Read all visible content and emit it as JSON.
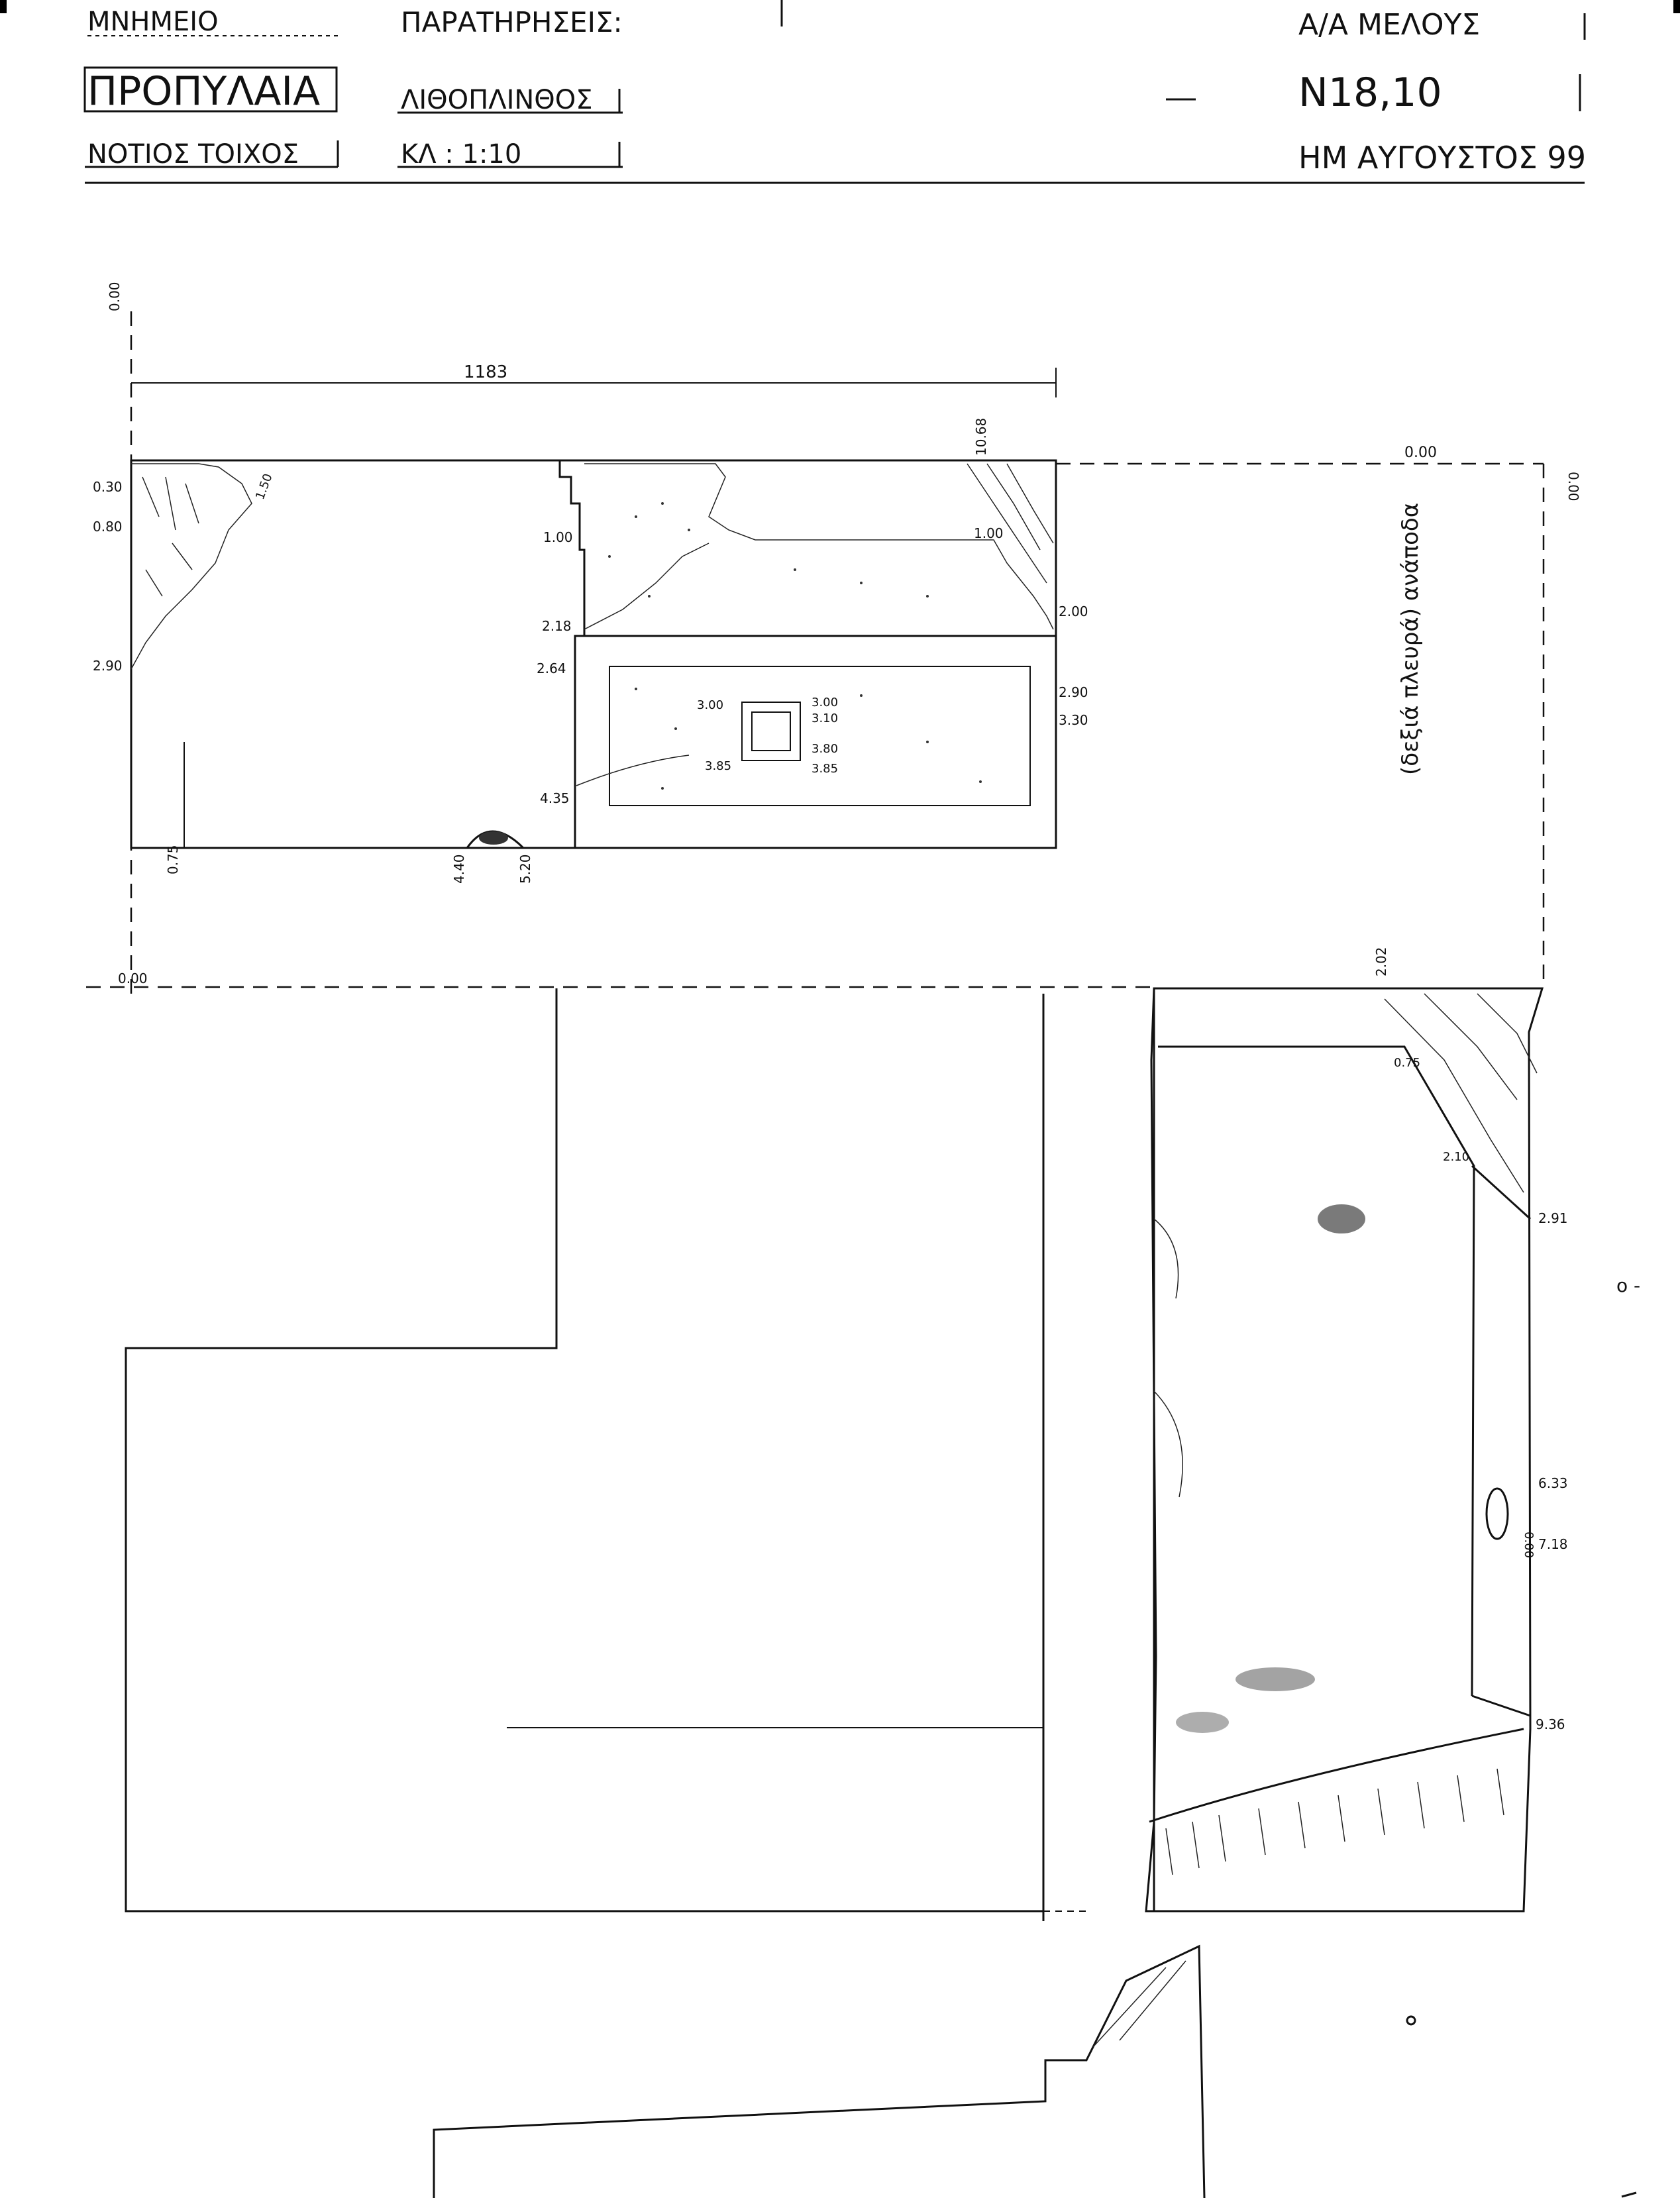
{
  "header": {
    "monument_label": "ΜΝΗΜΕΙΟ",
    "monument_value": "ΠΡΟΠΥΛΑΙΑ",
    "location_value": "ΝΟΤΙΟΣ ΤΟΙΧΟΣ",
    "remarks_label": "ΠΑΡΑΤΗΡΗΣΕΙΣ:",
    "material_value": "ΛΙΘΟΠΛΙΝΘΟΣ",
    "scale_value": "ΚΛ : 1:10",
    "member_label": "Α/Α ΜΕΛΟΥΣ",
    "member_value": "Ν18,10",
    "date_value": "ΗΜ ΑΥΓΟΥΣΤΟΣ 99"
  },
  "drawing": {
    "overall_dimension": "1183",
    "face_rotated_note": "(δεξιά πλευρά) ανάποδα",
    "top_view_labels": {
      "origin_top": "0.00",
      "origin_left": "0.00",
      "origin_bottom_left": "0.00",
      "top_right_zero": "0.00",
      "right_zero": "0.00",
      "r1068": "10.68",
      "l030": "0.30",
      "l080": "0.80",
      "l290": "2.90",
      "l150": "1.50",
      "c100": "1.00",
      "c218": "2.18",
      "c264": "2.64",
      "c435": "4.35",
      "r100": "1.00",
      "r200": "2.00",
      "r290": "2.90",
      "r330": "3.30",
      "b075": "0.75",
      "b440": "4.40",
      "b520": "5.20",
      "i300a": "3.00",
      "i300b": "3.00",
      "i310": "3.10",
      "i380": "3.80",
      "i385a": "3.85",
      "i385b": "3.85"
    },
    "side_view_labels": {
      "s202": "2.02",
      "s075": "0.75",
      "s210": "2.10",
      "s291": "2.91",
      "s633": "6.33",
      "s718": "7.18",
      "s936": "9.36",
      "s000": "0.00"
    }
  }
}
